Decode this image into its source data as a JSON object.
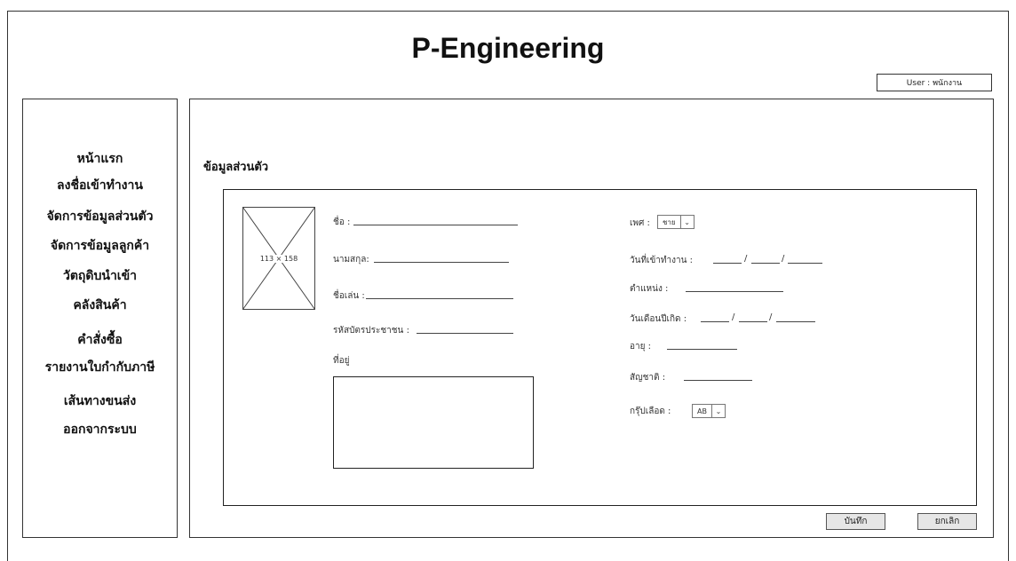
{
  "app": {
    "title": "P-Engineering",
    "user_label": "User : พนักงาน"
  },
  "sidebar": {
    "items": [
      {
        "label": "หน้าแรก"
      },
      {
        "label": "ลงชื่อเข้าทำงาน"
      },
      {
        "label": "จัดการข้อมูลส่วนตัว"
      },
      {
        "label": "จัดการข้อมูลลูกค้า"
      },
      {
        "label": "วัตถุดิบนำเข้า"
      },
      {
        "label": "คลังสินค้า"
      },
      {
        "label": "คำสั่งซื้อ"
      },
      {
        "label": "รายงานใบกำกับภาษี"
      },
      {
        "label": "เส้นทางขนส่ง"
      },
      {
        "label": "ออกจากระบบ"
      }
    ]
  },
  "main": {
    "section_title": "ข้อมูลส่วนตัว",
    "photo_placeholder": "113 × 158",
    "fields": {
      "first_name": "ชื่อ :",
      "last_name": "นามสกุล:",
      "nickname": "ชื่อเล่น :",
      "national_id": "รหัสบัตรประชาชน :",
      "address": "ที่อยู่",
      "gender": "เพศ :",
      "start_date": "วันที่เข้าทำงาน :",
      "position": "ตำแหน่ง :",
      "birth_date": "วันเดือนปีเกิด :",
      "age": "อายุ :",
      "nationality": "สัญชาติ :",
      "blood_group": "กรุ๊ปเลือด :"
    },
    "date_separator": "/",
    "gender_value": "ชาย",
    "blood_value": "AB",
    "buttons": {
      "save": "บันทึก",
      "cancel": "ยกเลิก"
    }
  }
}
